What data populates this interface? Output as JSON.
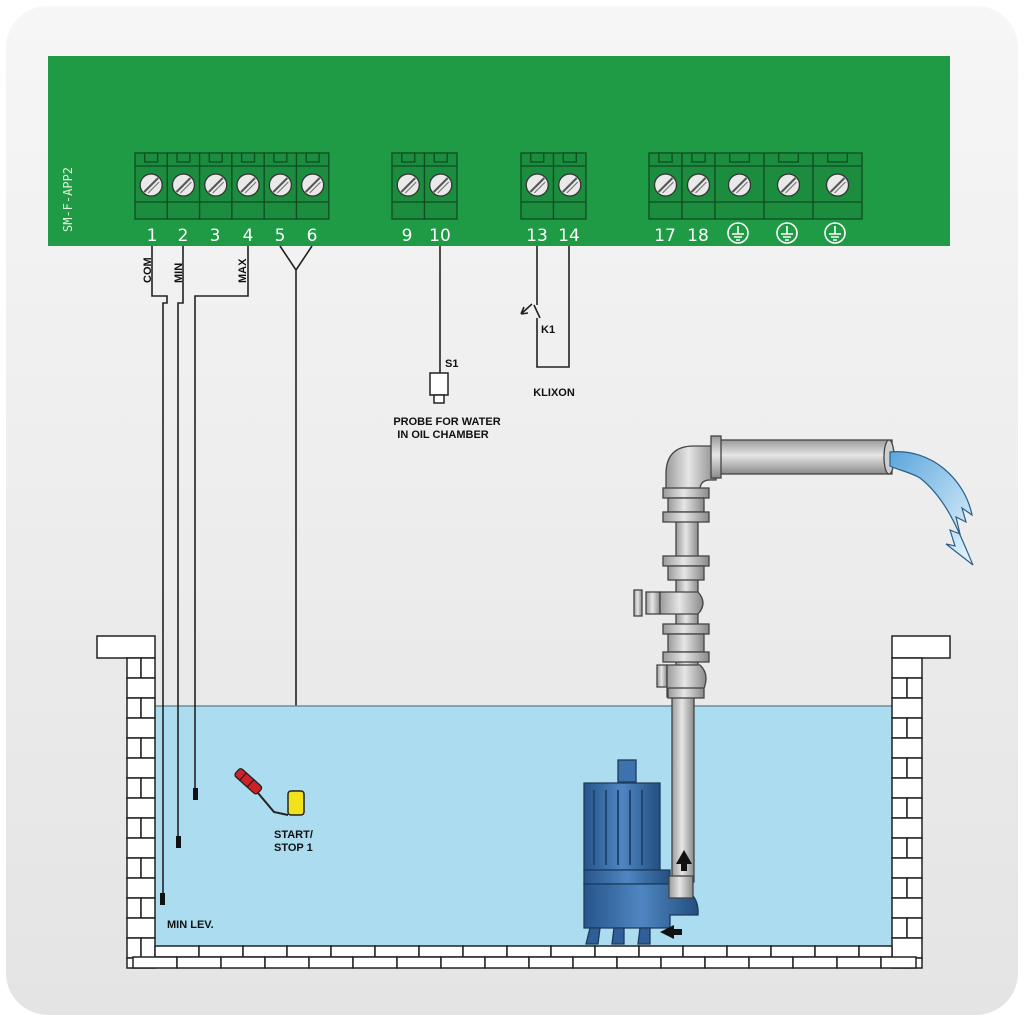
{
  "board": {
    "id": "SM-F-APP2",
    "color": "#1f9a45",
    "terminals": [
      "1",
      "2",
      "3",
      "4",
      "5",
      "6",
      "9",
      "10",
      "13",
      "14",
      "17",
      "18"
    ],
    "ground_symbol": "⏚"
  },
  "wires": {
    "com": "COM",
    "min": "MIN",
    "max": "MAX"
  },
  "probe": {
    "tag": "S1",
    "label_line1": "PROBE FOR WATER",
    "label_line2": "IN OIL CHAMBER"
  },
  "klixon": {
    "tag": "K1",
    "label": "KLIXON"
  },
  "float_switch": {
    "label_line1": "START/",
    "label_line2": "STOP 1"
  },
  "tank": {
    "min_level_label": "MIN LEV.",
    "water_color": "#acdcf0"
  }
}
